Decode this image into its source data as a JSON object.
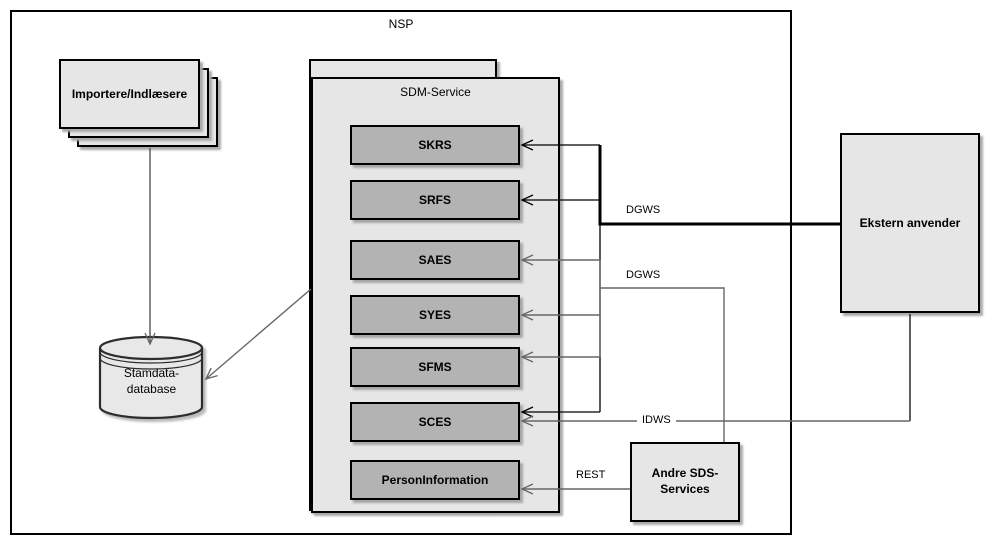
{
  "diagram": {
    "nsp_label": "NSP",
    "sdm_label": "SDM-Service",
    "importere_label": "Importere/Indlæsere",
    "database": {
      "line1": "Stamdata-",
      "line2": "database"
    },
    "ekstern_label": "Ekstern anvender",
    "andre": {
      "line1": "Andre SDS-",
      "line2": "Services"
    },
    "services": [
      "SKRS",
      "SRFS",
      "SAES",
      "SYES",
      "SFMS",
      "SCES",
      "PersonInformation"
    ],
    "edge_labels": {
      "dgws_ekstern": "DGWS",
      "dgws_andre": "DGWS",
      "idws": "IDWS",
      "rest": "REST"
    },
    "colors": {
      "container_fill": "#e6e6e6",
      "service_fill": "#b3b3b3",
      "line_black": "#000000",
      "line_gray": "#666666"
    }
  }
}
